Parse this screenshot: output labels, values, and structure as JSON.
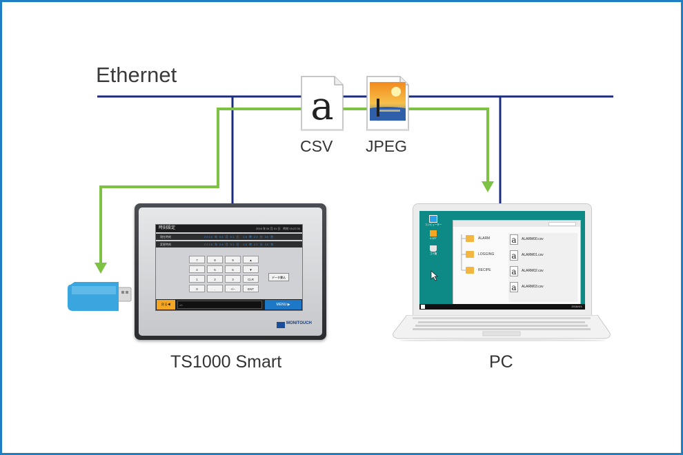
{
  "network": {
    "label": "Ethernet",
    "line_color": "#1b2d83",
    "flow_color": "#7dc242"
  },
  "files": {
    "csv": {
      "label": "CSV",
      "icon": "letter-a-document-icon",
      "glyph": "a"
    },
    "jpeg": {
      "label": "JPEG",
      "icon": "sunset-image-document-icon"
    }
  },
  "devices": {
    "hmi": {
      "label": "TS1000 Smart",
      "brand": "MONITOUCH",
      "screen": {
        "title": "時刻設定",
        "datetime": "2016 年 04 月 01 日　時刻 15:22:30",
        "rows": [
          {
            "label": "現在時刻",
            "value": "2016 年 04 月 01 日　15 時 22 分 30 秒"
          },
          {
            "label": "変更時刻",
            "value": "2016 年 04 月 01 日　16 時 22 分 30 秒"
          }
        ],
        "keys": [
          "7",
          "8",
          "9",
          "▲",
          "4",
          "5",
          "6",
          "▼",
          "1",
          "2",
          "3",
          "CLR",
          "0",
          ".",
          "+/−",
          "ENT"
        ],
        "data_key": "データ書込",
        "back_key": "戻る◀",
        "input_text": "±0.",
        "menu_key": "MENU ▶"
      }
    },
    "usb": {
      "icon": "usb-stick-icon",
      "color": "#3aa6e0"
    },
    "pc": {
      "label": "PC",
      "desktop_icons": [
        {
          "label": "コンピューター",
          "icon": "monitor-icon"
        },
        {
          "label": "V-SFT",
          "icon": "app-icon"
        },
        {
          "label": "ゴミ箱",
          "icon": "trash-icon"
        }
      ],
      "folders": [
        "ALARM",
        "LOGGING",
        "RECIPE"
      ],
      "file_list": [
        "ALARM00.csv",
        "ALARM01.csv",
        "ALARM02.csv",
        "ALARM03.csv"
      ],
      "file_glyph": "a",
      "taskbar_clock": "2016/4/1"
    }
  }
}
